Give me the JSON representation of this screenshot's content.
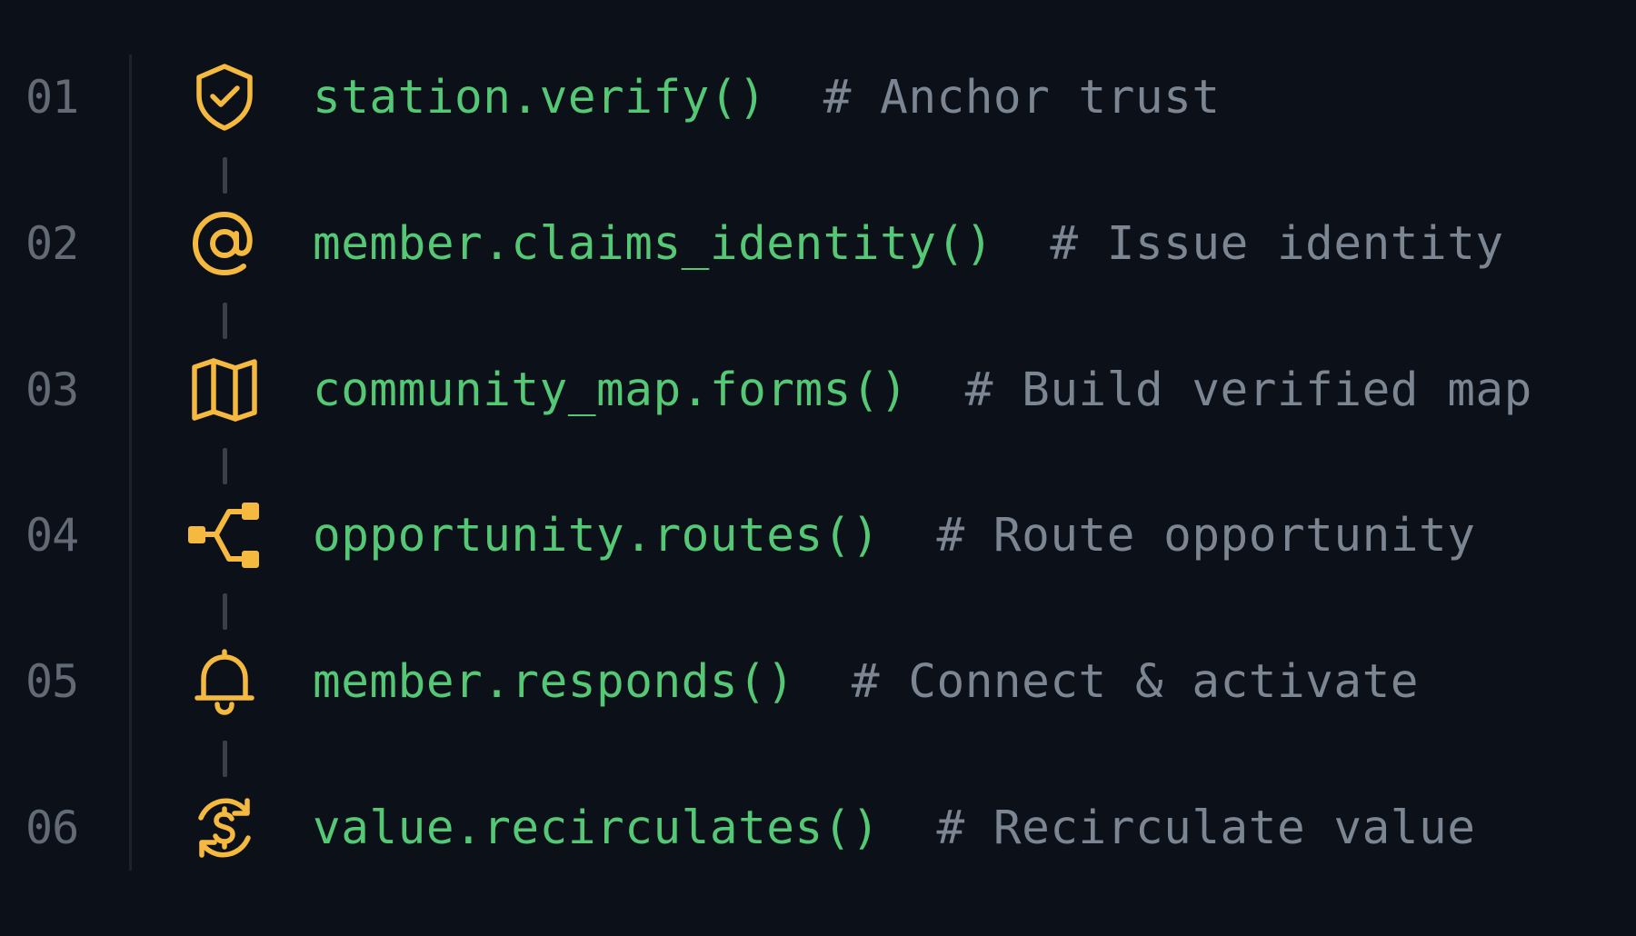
{
  "colors": {
    "background": "#0c1018",
    "line_number": "#626b75",
    "call": "#55c875",
    "comment": "#7c8693",
    "icon": "#f4b93e",
    "connector": "#3a4048"
  },
  "steps": [
    {
      "number": "01",
      "icon": "shield-check-icon",
      "call": "station.verify()",
      "comment": "# Anchor trust"
    },
    {
      "number": "02",
      "icon": "at-sign-icon",
      "call": "member.claims_identity()",
      "comment": "# Issue identity"
    },
    {
      "number": "03",
      "icon": "map-icon",
      "call": "community_map.forms()",
      "comment": "# Build verified map"
    },
    {
      "number": "04",
      "icon": "route-branch-icon",
      "call": "opportunity.routes()",
      "comment": "# Route opportunity"
    },
    {
      "number": "05",
      "icon": "bell-icon",
      "call": "member.responds()",
      "comment": "# Connect & activate"
    },
    {
      "number": "06",
      "icon": "dollar-cycle-icon",
      "call": "value.recirculates()",
      "comment": "# Recirculate value"
    }
  ]
}
